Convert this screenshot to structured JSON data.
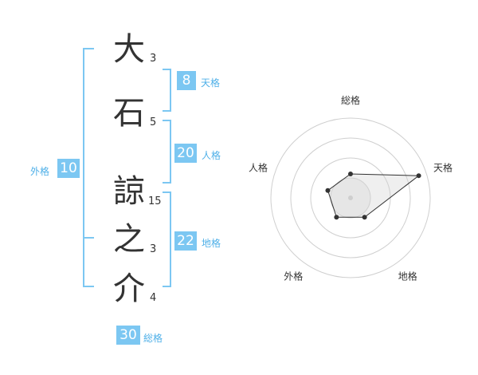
{
  "name_chars": [
    {
      "char": "大",
      "strokes": "3"
    },
    {
      "char": "石",
      "strokes": "5"
    },
    {
      "char": "諒",
      "strokes": "15"
    },
    {
      "char": "之",
      "strokes": "3"
    },
    {
      "char": "介",
      "strokes": "4"
    }
  ],
  "kaku": {
    "tenkaku": {
      "value": "8",
      "label": "天格"
    },
    "jinkaku": {
      "value": "20",
      "label": "人格"
    },
    "chikaku": {
      "value": "22",
      "label": "地格"
    },
    "gaikaku": {
      "value": "10",
      "label": "外格"
    },
    "soukaku": {
      "value": "30",
      "label": "総格"
    }
  },
  "colors": {
    "accent": "#7cc7f2",
    "label": "#4fb0e8",
    "text": "#333333"
  },
  "chart_data": {
    "type": "radar",
    "axes": [
      "総格",
      "天格",
      "地格",
      "外格",
      "人格"
    ],
    "rings": 4,
    "values": [
      0.3,
      0.9,
      0.3,
      0.3,
      0.3
    ]
  }
}
